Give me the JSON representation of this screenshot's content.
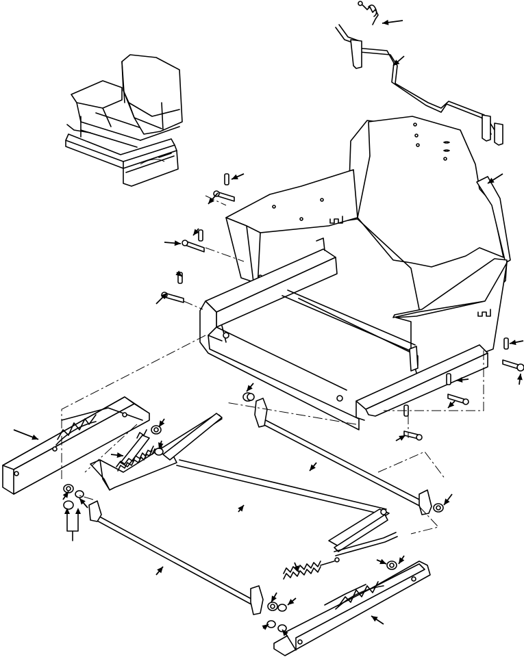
{
  "figure": {
    "background": "#ffffff",
    "ink": "#000000",
    "labels": []
  },
  "parts": [
    {
      "id": "seat-assembly-inset",
      "icon": "seat-assembly-icon"
    },
    {
      "id": "adjuster-handle",
      "icon": "handle-icon"
    },
    {
      "id": "handle-spring",
      "icon": "spring-icon"
    },
    {
      "id": "seat-pan",
      "icon": "seat-pan-icon"
    },
    {
      "id": "seat-frame",
      "icon": "frame-icon"
    },
    {
      "id": "left-slide-rail",
      "icon": "rail-icon"
    },
    {
      "id": "right-slide-rail",
      "icon": "rail-icon"
    },
    {
      "id": "suspension-linkage",
      "icon": "linkage-icon"
    },
    {
      "id": "tension-spring",
      "icon": "spring-icon"
    },
    {
      "id": "cross-rods",
      "icon": "rod-icon"
    },
    {
      "id": "pins-and-bolts",
      "icon": "pin-icon"
    },
    {
      "id": "bushings-and-nuts",
      "icon": "bushing-icon"
    }
  ]
}
